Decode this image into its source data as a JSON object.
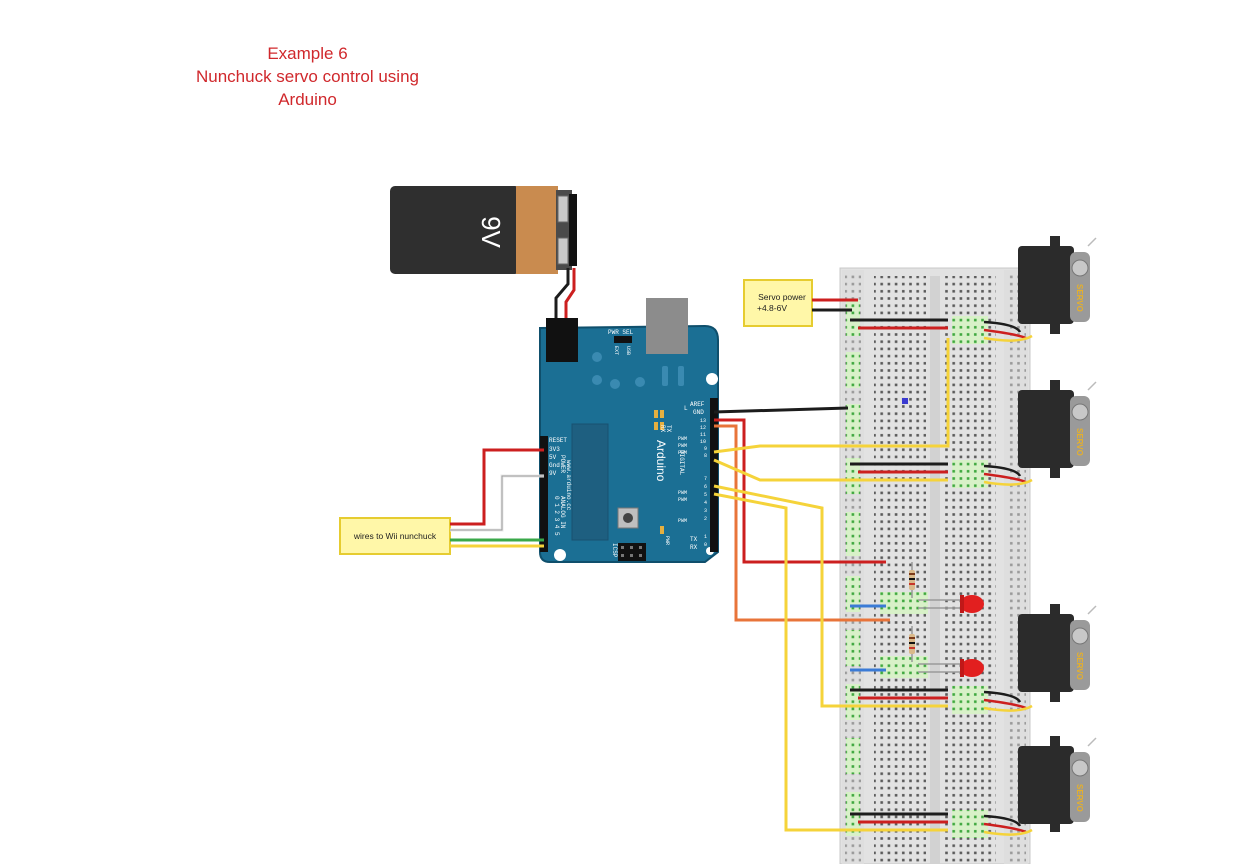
{
  "title": {
    "line1": "Example 6",
    "line2": "Nunchuck servo control using",
    "line3": "Arduino"
  },
  "battery": {
    "label": "9V"
  },
  "notes": {
    "servo_power_line1": "Servo power",
    "servo_power_line2": "+4.8-6V",
    "nunchuck": "wires to Wii nunchuck"
  },
  "arduino": {
    "brand": "Arduino",
    "url": "www.arduino.cc",
    "pwr_sel": "PWR SEL",
    "usb": "USB",
    "ext": "EXT",
    "aref": "AREF",
    "gnd": "GND",
    "digital": "DIGITAL",
    "reset": "RESET",
    "v33": "3V3",
    "v5": "5V",
    "gnd_power": "Gnd",
    "vin": "9V",
    "power": "POWER",
    "analog_in": "ANALOG IN",
    "analog_pins": "0 1 2 3 4 5",
    "icsp": "ICSP",
    "tx": "TX",
    "rx": "RX",
    "led_l": "L",
    "pwm": "PWM",
    "pwr_led": "PWR",
    "pin_13": "13",
    "pin_12": "12",
    "pin_11": "11",
    "pin_10": "10",
    "pin_9": "9",
    "pin_8": "8",
    "pin_7": "7",
    "pin_6": "6",
    "pin_5": "5",
    "pin_4": "4",
    "pin_3": "3",
    "pin_2": "2",
    "pin_1": "1",
    "pin_0": "0"
  },
  "servos": [
    {
      "label": "SERVO"
    },
    {
      "label": "SERVO"
    },
    {
      "label": "SERVO"
    },
    {
      "label": "SERVO"
    }
  ],
  "colors": {
    "title_red": "#d0282c",
    "arduino_blue": "#1b6f94",
    "wire_red": "#cc1f1f",
    "wire_black": "#1c1c1c",
    "wire_yellow": "#f5d33a",
    "wire_orange": "#e8743a",
    "wire_green": "#3aa84a",
    "wire_white": "#e8e8e8",
    "wire_blue": "#3b7bd6",
    "note_yellow": "#fff7a8",
    "breadboard": "#e4e4e4",
    "led_red": "#e21f1f",
    "servo_label": "#e6b02a"
  }
}
